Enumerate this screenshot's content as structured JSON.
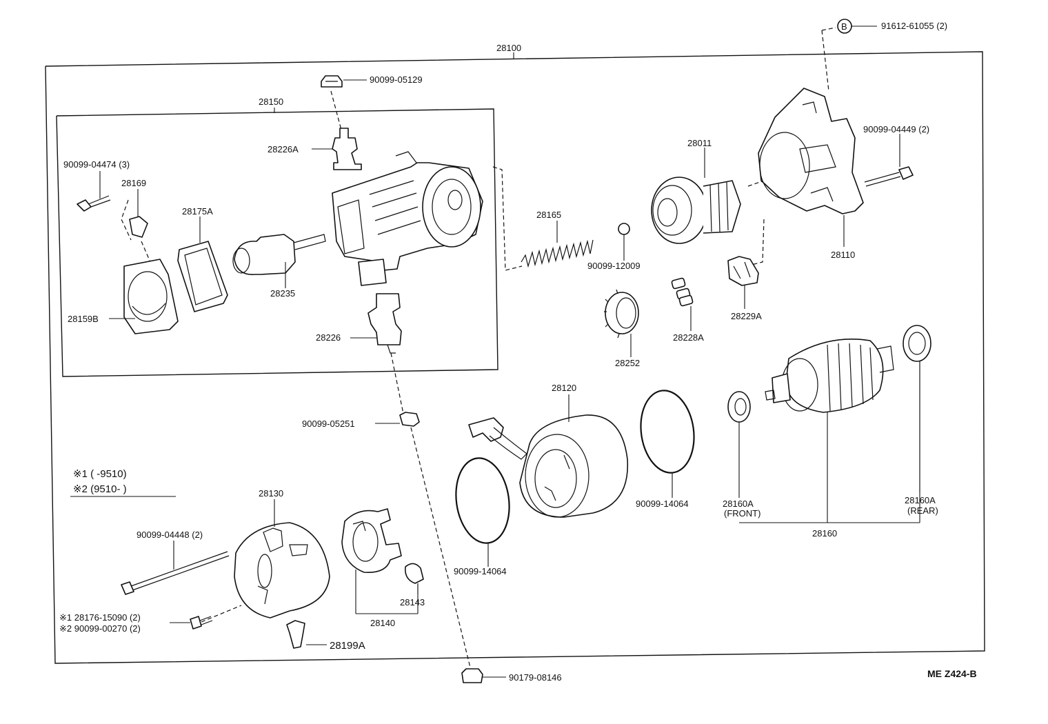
{
  "labels": {
    "assembly": "28100",
    "housing_group": "28150",
    "nut_top": "90099-05129",
    "terminal_a": "28226A",
    "bolt_3": "90099-04474 (3)",
    "clip": "28169",
    "gasket": "28175A",
    "cover": "28159B",
    "plunger": "28235",
    "terminal": "28226",
    "spring": "28165",
    "ball": "90099-12009",
    "clutch": "28011",
    "gear": "28252",
    "rollers": "28228A",
    "retainer": "28229A",
    "housing_front": "28110",
    "bolt_2": "90099-04449 (2)",
    "circle_b": "B",
    "screw_b": "91612-61055 (2)",
    "yoke": "28120",
    "oring_yoke": "90099-14064",
    "oring_front": "90099-14064",
    "bearing_front": "28160A",
    "bearing_front_note": "(FRONT)",
    "bearing_rear": "28160A",
    "bearing_rear_note": "(REAR)",
    "armature": "28160",
    "nut_mid": "90099-05251",
    "note_1": "※1 (        -9510)",
    "note_2": "※2 (9510-        )",
    "end_frame": "28130",
    "thru_bolt": "90099-04448 (2)",
    "screw_1": "※1  28176-15090 (2)",
    "screw_2": "※2  90099-00270 (2)",
    "brush_holder": "28140",
    "brush_spring": "28143",
    "cap": "28199A",
    "nut_bottom": "90179-08146",
    "diagram_code": "ME Z424-B"
  }
}
